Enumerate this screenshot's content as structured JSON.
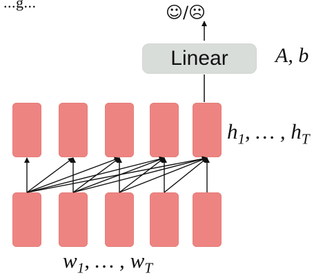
{
  "diagram": {
    "output": {
      "label": "☺/☹"
    },
    "linear_layer": {
      "label": "Linear",
      "params_label": "A, b"
    },
    "hidden_states": {
      "label_prefix": "h",
      "first_subscript": "1",
      "separator": ", … , ",
      "last_prefix": "h",
      "last_subscript": "T",
      "count_cells": 5
    },
    "inputs": {
      "label_prefix": "w",
      "first_subscript": "1",
      "separator": ", … , ",
      "last_prefix": "w",
      "last_subscript": "T",
      "count_cells": 5
    },
    "cropped_top_text": "...g..."
  },
  "style": {
    "cell_color": "#ee8481",
    "linear_box_color": "#d9ddd9",
    "line_color": "#111111"
  }
}
